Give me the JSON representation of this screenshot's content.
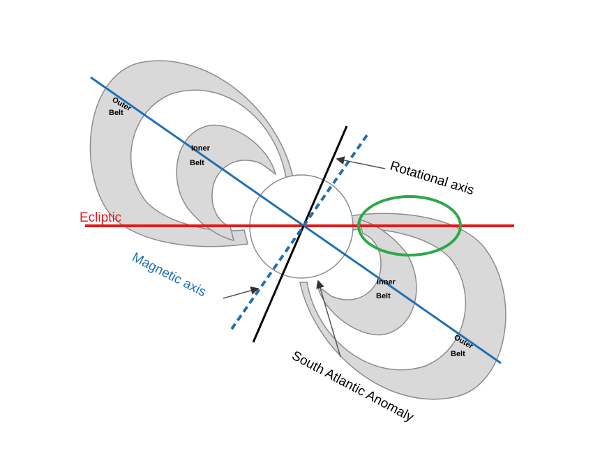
{
  "diagram": {
    "labels": {
      "ecliptic": "Ecliptic",
      "rotational_axis": "Rotational axis",
      "magnetic_axis": "Magnetic axis",
      "south_atlantic_anomaly": "South Atlantic Anomaly",
      "outer_belt_upper": [
        "Outer",
        "Belt"
      ],
      "inner_belt_upper": [
        "Inner",
        "Belt"
      ],
      "inner_belt_lower": [
        "Inner",
        "Belt"
      ],
      "outer_belt_lower": [
        "Outer",
        "Belt"
      ]
    },
    "colors": {
      "ecliptic": "#e31b1b",
      "magnetic_axis": "#1f6fb2",
      "rotational_axis": "#000000",
      "anomaly_ellipse": "#2ca84a",
      "belt_fill": "#d9d9d9",
      "belt_outline": "#8c8c8c"
    }
  }
}
